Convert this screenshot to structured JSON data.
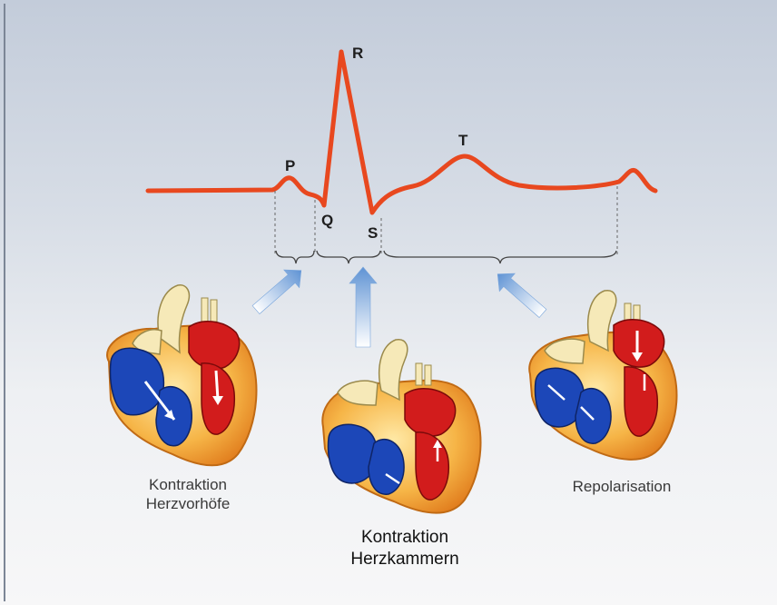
{
  "ecg": {
    "labels": {
      "p": "P",
      "q": "Q",
      "r": "R",
      "s": "S",
      "t": "T"
    }
  },
  "phases": [
    {
      "id": "atria",
      "line1": "Kontraktion",
      "line2": "Herzvorhöfe"
    },
    {
      "id": "ventricles",
      "line1": "Kontraktion",
      "line2": "Herzkammern"
    },
    {
      "id": "repolarisation",
      "line1": "Repolarisation",
      "line2": ""
    }
  ],
  "colors": {
    "trace": "#e8481f",
    "arrow": "#6f9fd8",
    "venous_blue": "#1c47b8",
    "arterial_red": "#d21c1c",
    "muscle_orange": "#f1a23a",
    "vessel_cream": "#f6e9b8"
  }
}
